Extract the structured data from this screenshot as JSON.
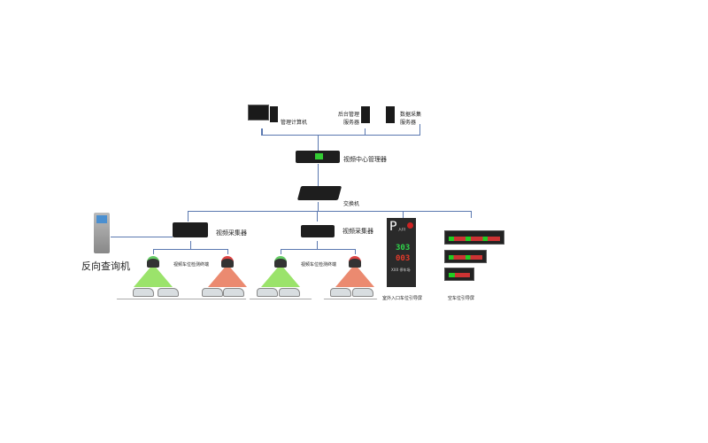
{
  "labels": {
    "management_pc": "管理计算机",
    "backend_server": "后台管理\n服务器",
    "backend_server_l1": "后台管理",
    "backend_server_l2": "服务器",
    "data_server_l1": "数据采集",
    "data_server_l2": "服务器",
    "video_center": "视频中心管理器",
    "switch": "交换机",
    "collector_1": "视频采集器",
    "collector_2": "视频采集器",
    "kiosk": "反向查询机",
    "detector_1": "视频车位检测终端",
    "detector_2": "视频车位检测终端",
    "entrance_screen": "室外入口车位引导屏",
    "guide_screen": "空车位引导屏"
  },
  "entrance_sign": {
    "p": "P",
    "entry": "入口",
    "free": "303",
    "used": "003",
    "lot_name": "XXX 停车场"
  },
  "colors": {
    "line": "#5a78b0",
    "green": "#7ddc3a",
    "red": "#e0664a",
    "digit_green": "#2fd24a",
    "digit_red": "#e23a2a"
  }
}
